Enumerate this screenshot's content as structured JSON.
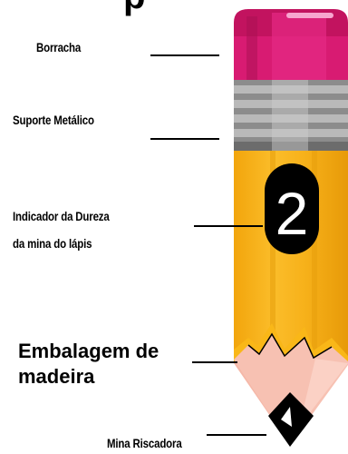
{
  "title_fragment": "p",
  "labels": {
    "eraser": "Borracha",
    "ferrule": "Suporte Metálico",
    "grade_line1": "Indicador da Dureza",
    "grade_line2": "da mina do lápis",
    "wood_line1": "Embalagem de",
    "wood_line2": "madeira",
    "lead": "Mina Riscadora"
  },
  "grade_value": "2",
  "colors": {
    "eraser": "#d81b72",
    "ferrule": "#9a9a9a",
    "body": "#f9b718",
    "wood": "#f5b8a8",
    "lead": "#000000"
  }
}
